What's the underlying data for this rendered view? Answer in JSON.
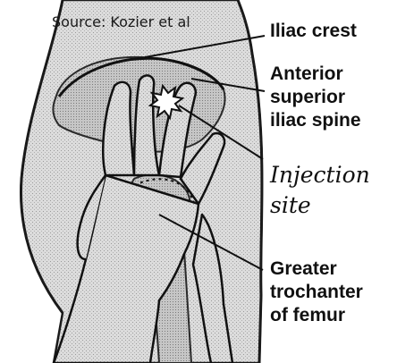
{
  "source_note": "Source: Kozier et al",
  "labels": {
    "iliac_crest": "Iliac crest",
    "asis_line1": "Anterior",
    "asis_line2": "superior",
    "asis_line3": "iliac spine",
    "injection_line1": "Injection",
    "injection_line2": "site",
    "trochanter_line1": "Greater",
    "trochanter_line2": "trochanter",
    "trochanter_line3": "of femur"
  },
  "colors": {
    "background": "#ffffff",
    "body_fill": "#d9d9d9",
    "outline": "#1a1a1a",
    "text": "#111111"
  }
}
